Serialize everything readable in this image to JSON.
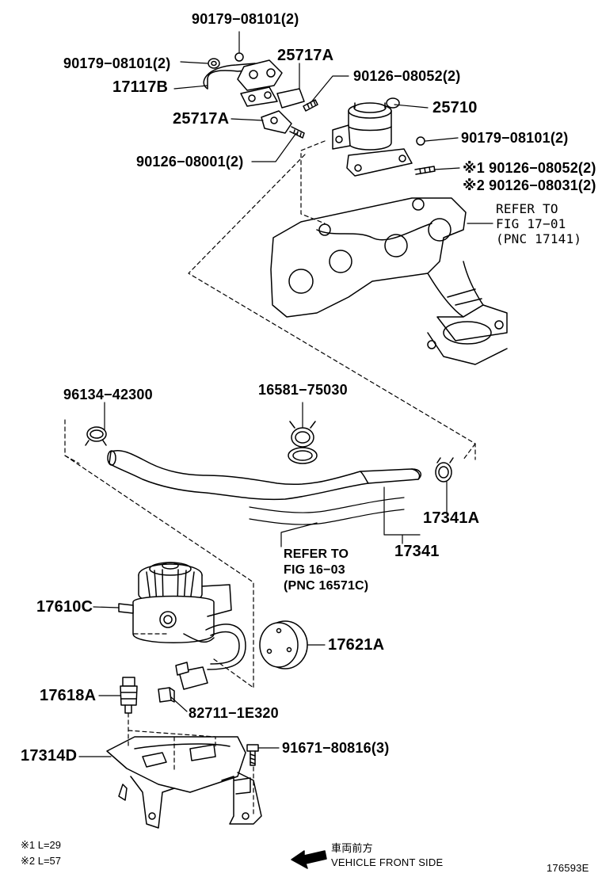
{
  "labels": {
    "p90179_top": "90179−08101(2)",
    "p90179_left": "90179−08101(2)",
    "p25717A_top": "25717A",
    "p17117B": "17117B",
    "p90126_08052": "90126−08052(2)",
    "p25710": "25710",
    "p25717A_mid": "25717A",
    "p90179_right": "90179−08101(2)",
    "p90126_08001": "90126−08001(2)",
    "p90126_x1": "※1 90126−08052(2)",
    "p90126_x2": "※2 90126−08031(2)",
    "ref1_line1": "REFER TO",
    "ref1_line2": "FIG 17−01",
    "ref1_line3": "(PNC 17141)",
    "p96134": "96134−42300",
    "p16581": "16581−75030",
    "p17341A": "17341A",
    "p17341": "17341",
    "ref2_line1": "REFER TO",
    "ref2_line2": "FIG 16−03",
    "ref2_line3": "(PNC 16571C)",
    "p17610C": "17610C",
    "p17621A": "17621A",
    "p17618A": "17618A",
    "p82711": "82711−1E320",
    "p17314D": "17314D",
    "p91671": "91671−80816(3)",
    "note1": "※1 L=29",
    "note2": "※2 L=57",
    "front_jp": "車両前方",
    "front_en": "VEHICLE FRONT SIDE",
    "diagram_id": "176593E"
  }
}
